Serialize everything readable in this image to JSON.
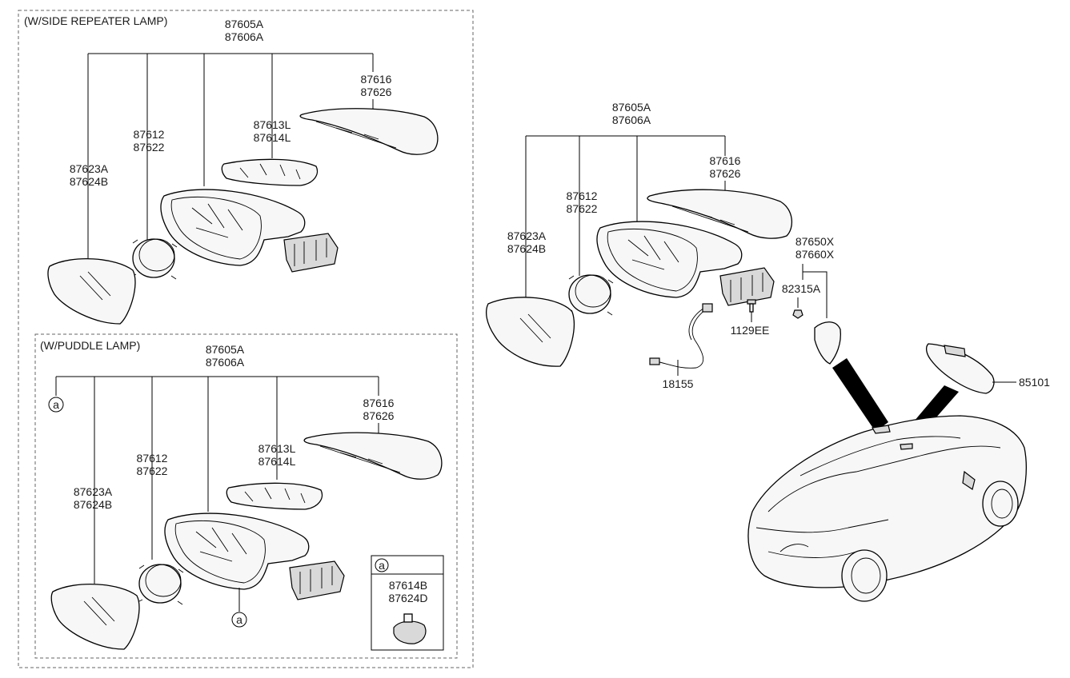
{
  "sections": {
    "repeater_title": "(W/SIDE REPEATER LAMP)",
    "puddle_title": "(W/PUDDLE LAMP)"
  },
  "repeater": {
    "assy": [
      "87605A",
      "87606A"
    ],
    "cover": [
      "87616",
      "87626"
    ],
    "lamp": [
      "87613L",
      "87614L"
    ],
    "actuator": [
      "87612",
      "87622"
    ],
    "glass": [
      "87623A",
      "87624B"
    ]
  },
  "puddle": {
    "assy": [
      "87605A",
      "87606A"
    ],
    "cover": [
      "87616",
      "87626"
    ],
    "lamp": [
      "87613L",
      "87614L"
    ],
    "actuator": [
      "87612",
      "87622"
    ],
    "glass": [
      "87623A",
      "87624B"
    ],
    "callout_letter": "a",
    "inset_parts": [
      "87614B",
      "87624D"
    ]
  },
  "main": {
    "assy": [
      "87605A",
      "87606A"
    ],
    "cover": [
      "87616",
      "87626"
    ],
    "actuator": [
      "87612",
      "87622"
    ],
    "glass": [
      "87623A",
      "87624B"
    ],
    "switch": [
      "87650X",
      "87660X"
    ],
    "clip": "82315A",
    "screw": "1129EE",
    "harness": "18155",
    "inside_mirror": "85101"
  }
}
